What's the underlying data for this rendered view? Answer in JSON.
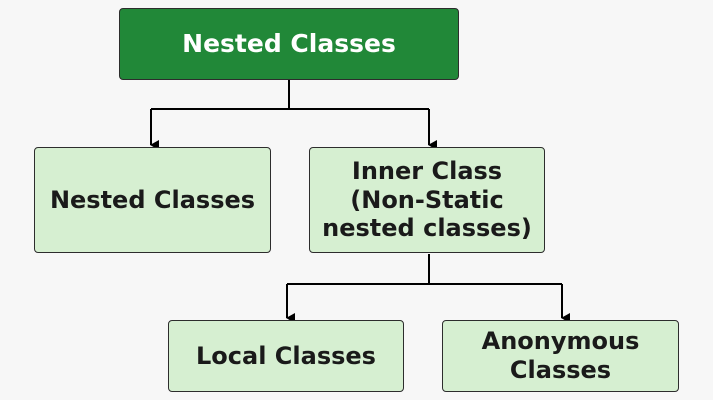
{
  "diagram": {
    "root": {
      "label": "Nested Classes"
    },
    "static_nested": {
      "label": "Nested Classes"
    },
    "inner": {
      "label": "Inner Class\n(Non-Static\nnested classes)"
    },
    "local": {
      "label": "Local Classes"
    },
    "anonymous": {
      "label": "Anonymous\nClasses"
    }
  },
  "colors": {
    "root_fill": "#218838",
    "root_text": "#ffffff",
    "child_fill": "#d6efd1",
    "border": "#2d2d2d",
    "connector": "#000000"
  }
}
